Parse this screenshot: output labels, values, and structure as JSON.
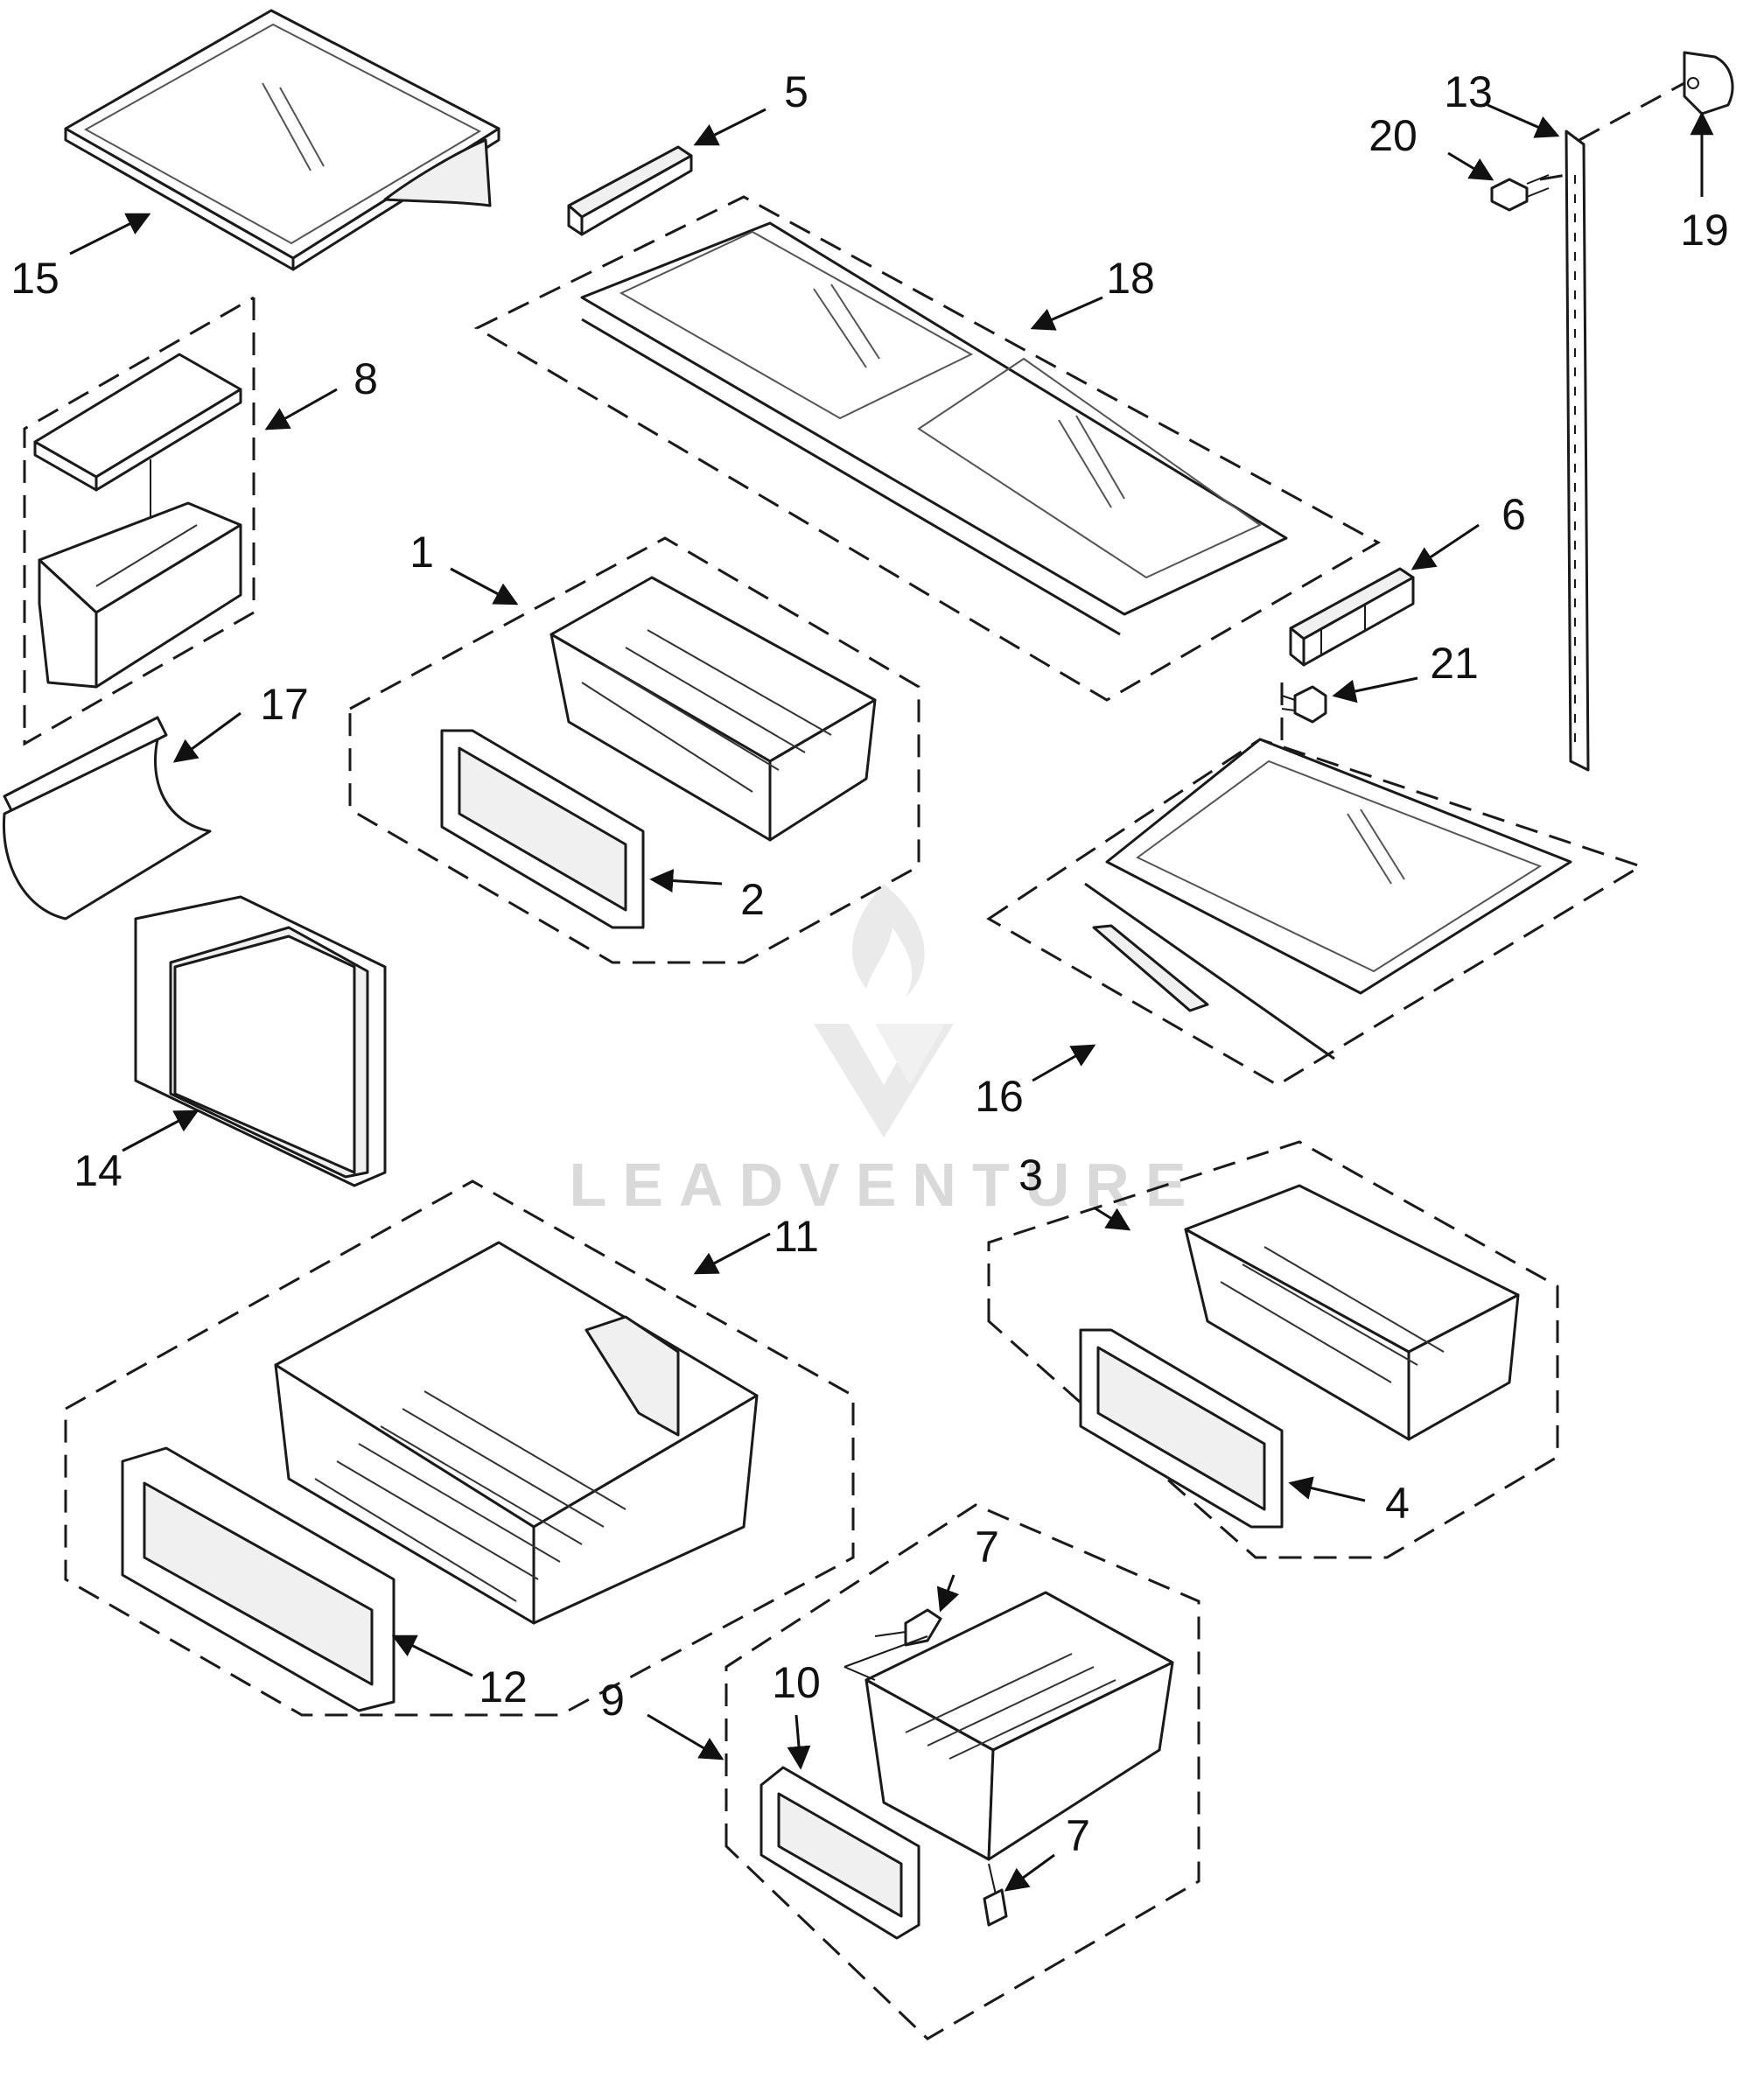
{
  "diagram": {
    "watermark": "LEADVENTURE",
    "watermark_color": "#d9d9d9",
    "line_color": "#1a1a1a",
    "callouts": [
      "1",
      "2",
      "3",
      "4",
      "5",
      "6",
      "7",
      "7",
      "8",
      "9",
      "10",
      "11",
      "12",
      "13",
      "14",
      "15",
      "16",
      "17",
      "18",
      "19",
      "20",
      "21"
    ]
  }
}
